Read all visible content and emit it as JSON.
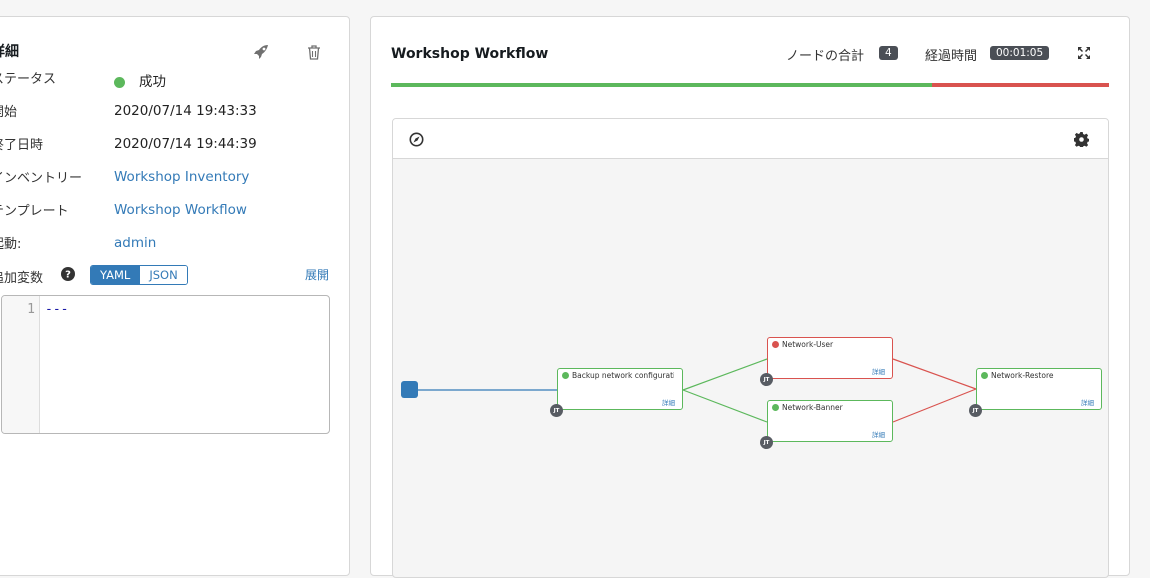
{
  "details": {
    "title": "詳細",
    "rows": {
      "status": {
        "label": "ステータス",
        "value": "成功"
      },
      "started": {
        "label": "開始",
        "value": "2020/07/14 19:43:33"
      },
      "finished": {
        "label": "終了日時",
        "value": "2020/07/14 19:44:39"
      },
      "inventory": {
        "label": "インベントリー",
        "value": "Workshop Inventory"
      },
      "template": {
        "label": "テンプレート",
        "value": "Workshop Workflow"
      },
      "launched_by": {
        "label": "起動:",
        "value": "admin"
      }
    },
    "extra_vars": {
      "label": "追加変数",
      "toggle_yaml": "YAML",
      "toggle_json": "JSON",
      "expand": "展開",
      "line_number": "1",
      "code": "---"
    },
    "icons": [
      "rocket-icon",
      "trash-icon",
      "question-circle-icon"
    ]
  },
  "workflow": {
    "title": "Workshop Workflow",
    "total_nodes_label": "ノードの合計",
    "total_nodes": "4",
    "elapsed_label": "経過時間",
    "elapsed": "00:01:05",
    "progress": {
      "success_fraction": 0.753,
      "fail_fraction": 0.247
    },
    "colors": {
      "success": "#5cb85c",
      "fail": "#d9534f",
      "accent": "#337ab7"
    },
    "nodes": [
      {
        "name": "Backup network configuratio...",
        "status": "success",
        "badge": "JT",
        "details": "詳細"
      },
      {
        "name": "Network-User",
        "status": "failed",
        "badge": "JT",
        "details": "詳細"
      },
      {
        "name": "Network-Banner",
        "status": "success",
        "badge": "JT",
        "details": "詳細"
      },
      {
        "name": "Network-Restore",
        "status": "success",
        "badge": "JT",
        "details": "詳細"
      }
    ],
    "icons": [
      "expand-icon",
      "compass-icon",
      "gear-icon"
    ]
  }
}
